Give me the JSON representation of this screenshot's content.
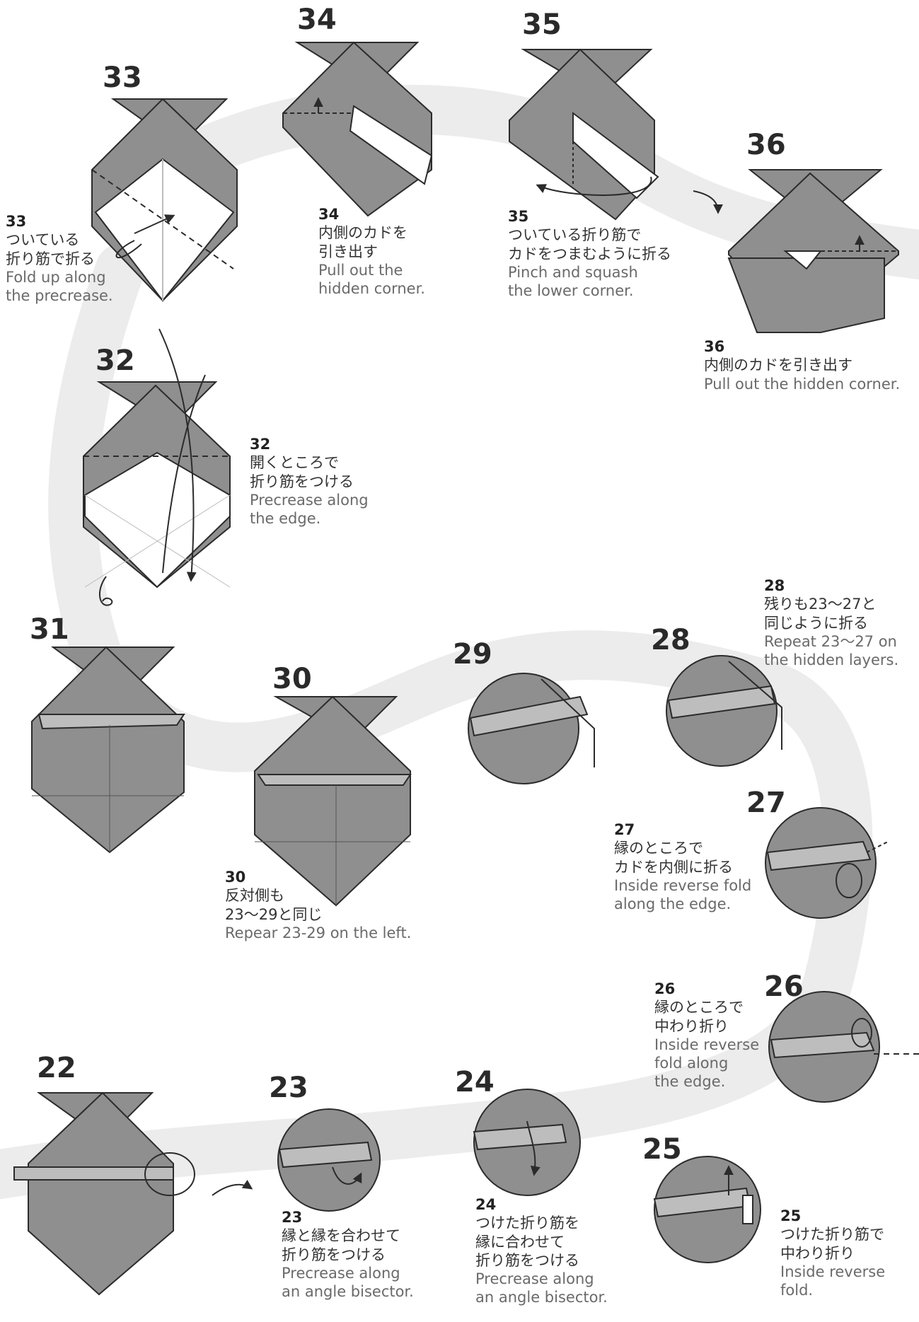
{
  "steps": [
    {
      "n": "33",
      "jp1": "ついている",
      "jp2": "折り筋で折る",
      "en1": "Fold up along",
      "en2": "the precrease."
    },
    {
      "n": "34",
      "jp1": "内側のカドを",
      "jp2": "引き出す",
      "en1": "Pull out the",
      "en2": "hidden corner."
    },
    {
      "n": "35",
      "jp1": "ついている折り筋で",
      "jp2": "カドをつまむように折る",
      "en1": "Pinch and squash",
      "en2": "the lower corner."
    },
    {
      "n": "36",
      "jp1": "内側のカドを引き出す",
      "jp2": "",
      "en1": "Pull out the hidden corner.",
      "en2": ""
    },
    {
      "n": "32",
      "jp1": "開くところで",
      "jp2": "折り筋をつける",
      "en1": "Precrease along",
      "en2": "the edge."
    },
    {
      "n": "31"
    },
    {
      "n": "30",
      "jp1": "反対側も",
      "jp2": "23～29と同じ",
      "en1": "Repear 23-29 on the left.",
      "en2": ""
    },
    {
      "n": "29"
    },
    {
      "n": "28",
      "jp1": "残りも23～27と",
      "jp2": "同じように折る",
      "en1": "Repeat 23～27 on",
      "en2": "the hidden layers."
    },
    {
      "n": "27",
      "jp1": "縁のところで",
      "jp2": "カドを内側に折る",
      "en1": "Inside reverse fold",
      "en2": "along the edge."
    },
    {
      "n": "26",
      "jp1": "縁のところで",
      "jp2": "中わり折り",
      "en1": "Inside reverse",
      "en2": "fold along",
      "en3": "the edge."
    },
    {
      "n": "22"
    },
    {
      "n": "23",
      "jp1": "縁と縁を合わせて",
      "jp2": "折り筋をつける",
      "en1": "Precrease along",
      "en2": "an angle bisector."
    },
    {
      "n": "24",
      "jp1": "つけた折り筋を",
      "jp2": "縁に合わせて",
      "jp3": "折り筋をつける",
      "en1": "Precrease along",
      "en2": "an angle bisector."
    },
    {
      "n": "25",
      "jp1": "つけた折り筋で",
      "jp2": "中わり折り",
      "en1": "Inside reverse",
      "en2": "fold."
    }
  ],
  "colors": {
    "paper_gray": "#8f8f8f",
    "paper_dark": "#7a7a7a",
    "paper_white": "#ffffff",
    "line": "#2b2b2b",
    "path_band": "#ededed"
  }
}
